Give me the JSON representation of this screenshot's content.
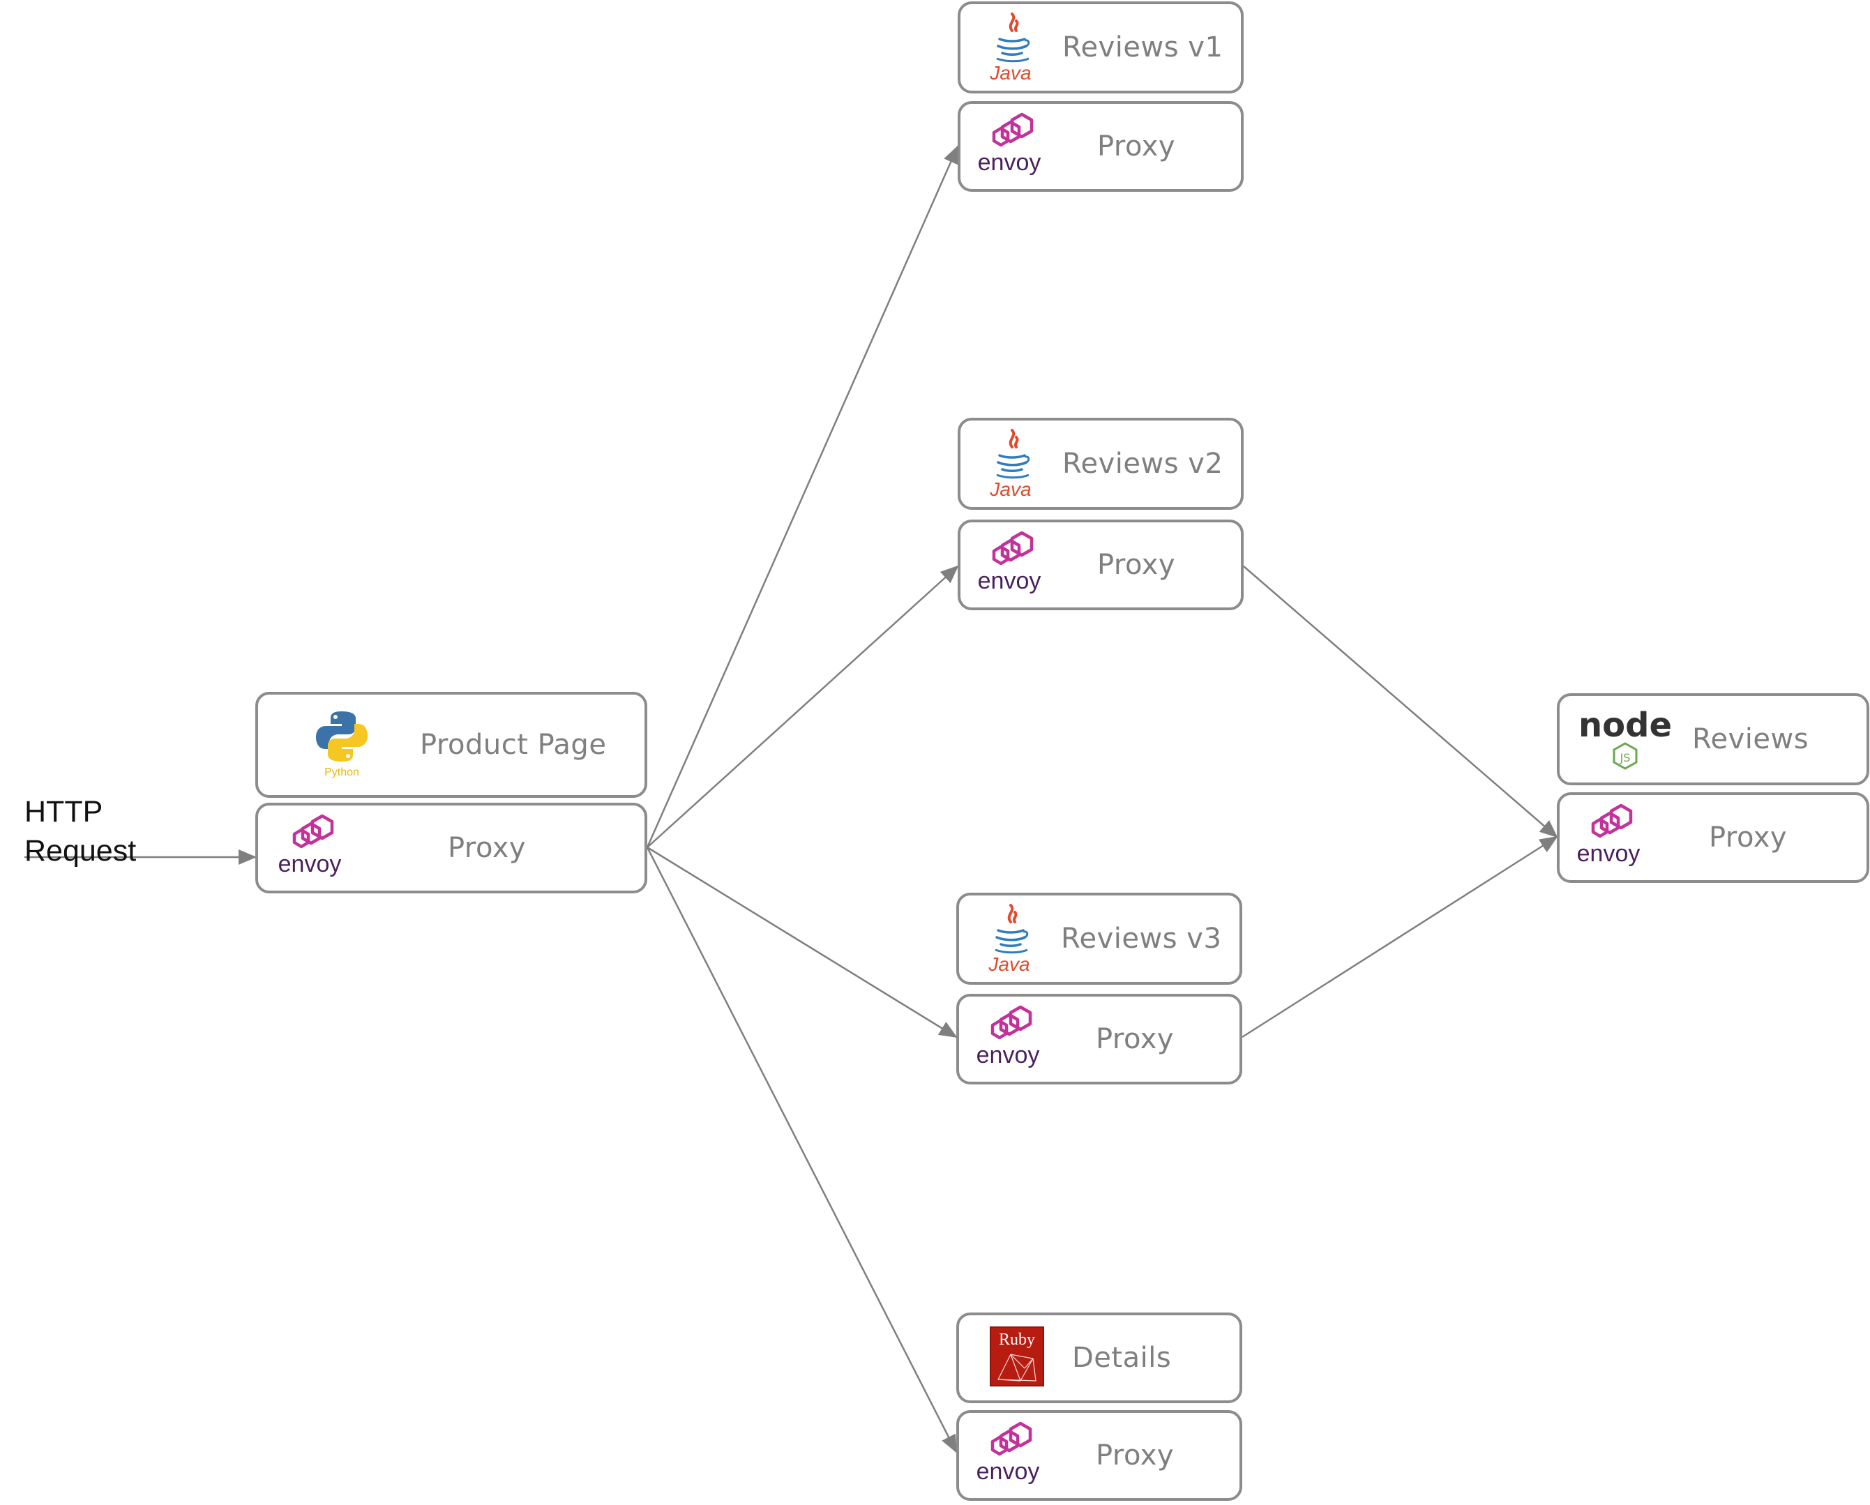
{
  "request": {
    "line1": "HTTP",
    "line2": "Request"
  },
  "logos": {
    "python_caption": "Python",
    "java_caption": "Java",
    "envoy_caption": "envoy",
    "ruby_caption": "Ruby",
    "node_caption": "node",
    "node_js_caption": "JS"
  },
  "nodes": {
    "product_page": {
      "service": "Product Page",
      "proxy": "Proxy"
    },
    "reviews_v1": {
      "service": "Reviews v1",
      "proxy": "Proxy"
    },
    "reviews_v2": {
      "service": "Reviews v2",
      "proxy": "Proxy"
    },
    "reviews_v3": {
      "service": "Reviews v3",
      "proxy": "Proxy"
    },
    "details": {
      "service": "Details",
      "proxy": "Proxy"
    },
    "ratings": {
      "service": "Reviews",
      "proxy": "Proxy"
    }
  },
  "colors": {
    "border": "#8c8c8c",
    "label": "#7f7f7f",
    "arrow": "#7f7f7f",
    "envoy_magenta": "#c2329a",
    "envoy_text": "#4a1f5e",
    "java_red": "#e24a2c",
    "java_blue": "#2f7cbf",
    "python_blue": "#3b73a8",
    "python_yellow": "#f6c623",
    "ruby_red": "#b71c11",
    "node_dark": "#333333",
    "node_green": "#6aa84f"
  }
}
